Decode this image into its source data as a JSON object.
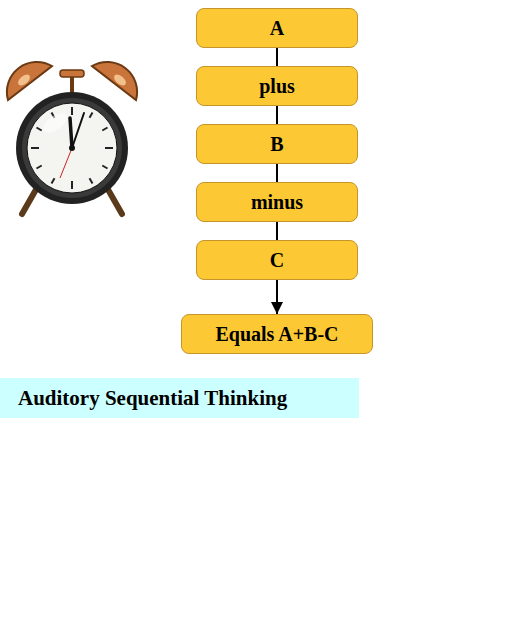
{
  "diagram": {
    "caption": "Auditory Sequential Thinking",
    "nodes": [
      {
        "text": [
          "A"
        ]
      },
      {
        "text": [
          "plus"
        ]
      },
      {
        "text": [
          "B"
        ]
      },
      {
        "text": [
          "minus"
        ]
      },
      {
        "text": [
          "C"
        ]
      },
      {
        "text": [
          "Equals A+B-C"
        ]
      }
    ],
    "edges": [
      {
        "from": 0,
        "to": 1,
        "arrow": "none"
      },
      {
        "from": 1,
        "to": 2,
        "arrow": "none"
      },
      {
        "from": 2,
        "to": 3,
        "arrow": "none"
      },
      {
        "from": 3,
        "to": 4,
        "arrow": "none"
      },
      {
        "from": 4,
        "to": 5,
        "arrow": "to"
      }
    ]
  }
}
